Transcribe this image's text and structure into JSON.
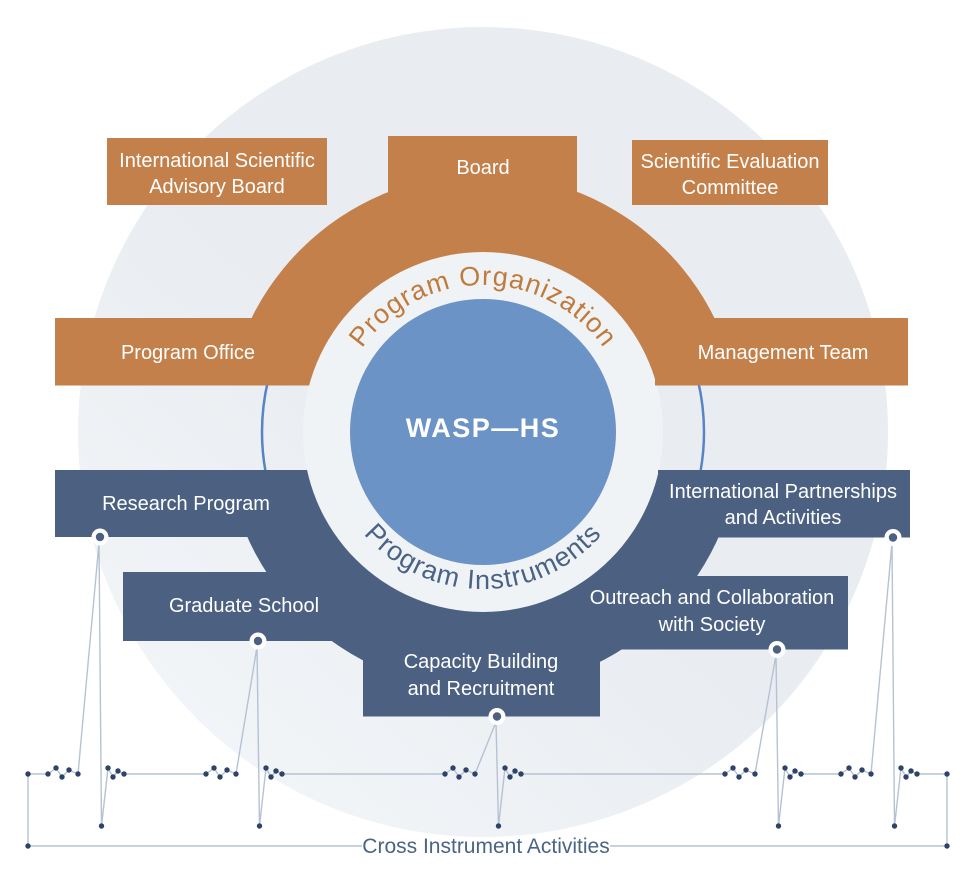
{
  "diagram": {
    "center": {
      "label": "WASP—HS"
    },
    "arcs": {
      "organization": {
        "label": "Program Organization",
        "color": "#c4804a",
        "label_color": "#c07a3c"
      },
      "instruments": {
        "label": "Program Instruments",
        "color": "#4c6182",
        "label_color": "#4a6285"
      }
    },
    "organization_boxes": {
      "advisory_board": {
        "line1": "International Scientific",
        "line2": "Advisory Board"
      },
      "board": {
        "label": "Board"
      },
      "evaluation_committee": {
        "line1": "Scientific Evaluation",
        "line2": "Committee"
      },
      "program_office": {
        "label": "Program Office"
      },
      "management_team": {
        "label": "Management Team"
      }
    },
    "instrument_boxes": {
      "research_program": {
        "label": "Research Program"
      },
      "graduate_school": {
        "label": "Graduate School"
      },
      "capacity_building": {
        "line1": "Capacity Building",
        "line2": "and Recruitment"
      },
      "outreach": {
        "line1": "Outreach and Collaboration",
        "line2": "with Society"
      },
      "international_partnerships": {
        "line1": "International Partnerships",
        "line2": "and Activities"
      }
    },
    "footer": {
      "label": "Cross Instrument Activities",
      "color": "#4a6486"
    },
    "colors": {
      "background_circle": "#e9edf1",
      "background_circle_light": "#f3f6f9",
      "gap_ring": "#f0f3f6",
      "center_circle": "#6b93c6",
      "connector_circle": "#5585c5",
      "ecg_line": "#b6c2d3",
      "ecg_dot": "#2e4367",
      "marker_ring": "#ffffff"
    }
  }
}
